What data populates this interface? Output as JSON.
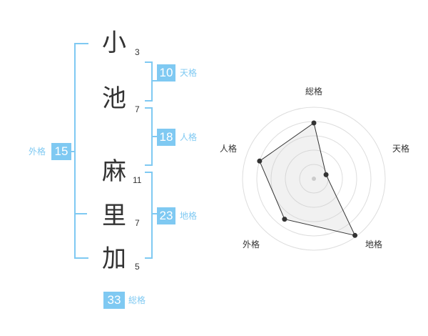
{
  "name_chars": [
    {
      "char": "小",
      "strokes": "3"
    },
    {
      "char": "池",
      "strokes": "7"
    },
    {
      "char": "麻",
      "strokes": "11"
    },
    {
      "char": "里",
      "strokes": "7"
    },
    {
      "char": "加",
      "strokes": "5"
    }
  ],
  "fortune": {
    "tenkaku": {
      "value": "10",
      "label": "天格"
    },
    "jinkaku": {
      "value": "18",
      "label": "人格"
    },
    "chikaku": {
      "value": "23",
      "label": "地格"
    },
    "gaikaku": {
      "value": "15",
      "label": "外格"
    },
    "soukaku": {
      "value": "33",
      "label": "総格"
    }
  },
  "colors": {
    "accent": "#7fc9f2",
    "text": "#333333"
  },
  "chart_data": {
    "type": "radar",
    "axes": [
      "総格",
      "天格",
      "地格",
      "外格",
      "人格"
    ],
    "values": [
      0.78,
      0.18,
      0.98,
      0.7,
      0.8
    ],
    "range": [
      0,
      1
    ],
    "rings": 5
  }
}
